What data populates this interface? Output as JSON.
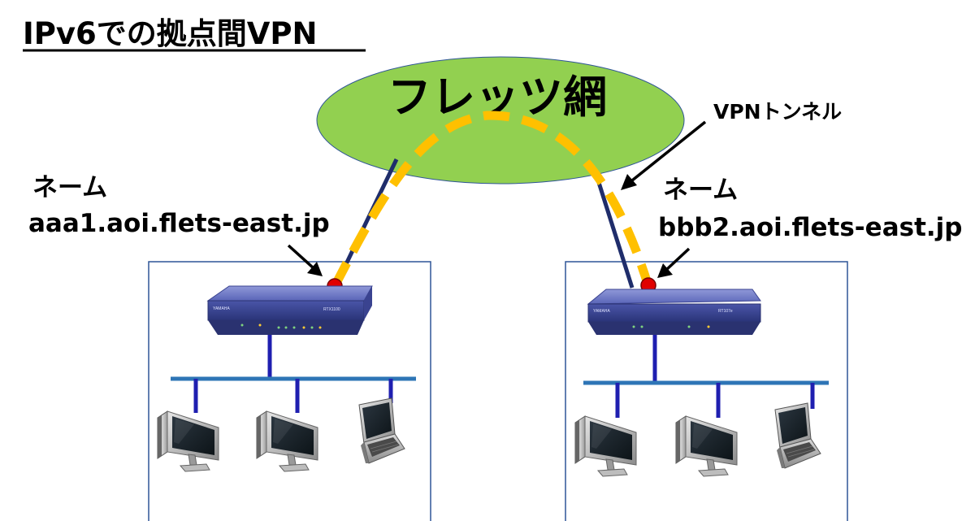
{
  "title": "IPv6での拠点間VPN",
  "cloud": {
    "label": "フレッツ網",
    "color": "#92D050"
  },
  "tunnel_label": "VPNトンネル",
  "left_site": {
    "name_label": "ネーム",
    "hostname": "aaa1.aoi.flets-east.jp",
    "router_brand": "YAMAHA",
    "router_model": "RTX1100"
  },
  "right_site": {
    "name_label": "ネーム",
    "hostname": "bbb2.aoi.flets-east.jp",
    "router_brand": "YAMAHA",
    "router_model": "RT107e"
  },
  "colors": {
    "tunnel": "#FFC000",
    "link": "#1F2D6B",
    "lan": "#2E75B6",
    "drop": "#1F1FB0",
    "endpoint": "#E00000",
    "site_border": "#2F5597"
  }
}
